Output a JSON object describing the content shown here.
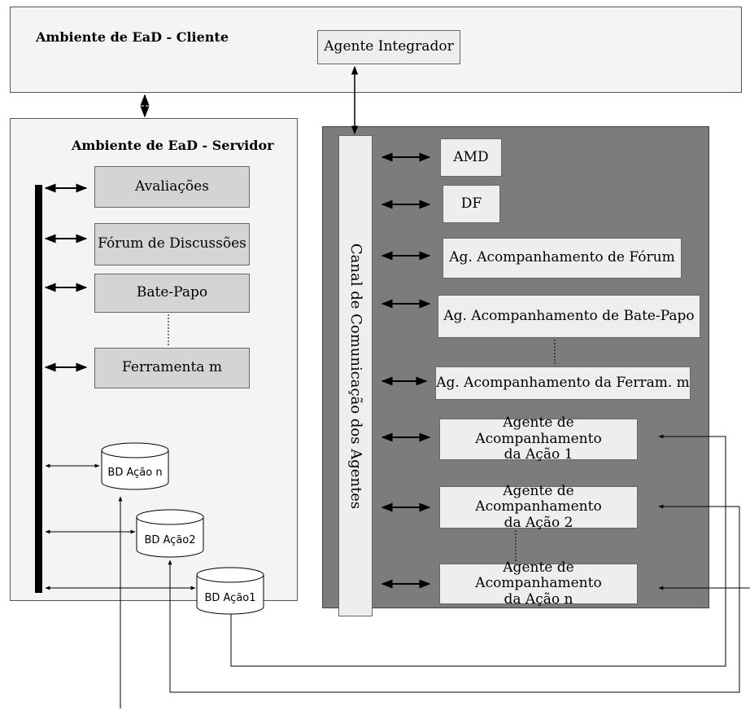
{
  "client": {
    "title": "Ambiente de EaD - Cliente",
    "integrator": "Agente Integrador"
  },
  "server": {
    "title": "Ambiente de EaD - Servidor",
    "tools": [
      "Avaliações",
      "Fórum de Discussões",
      "Bate-Papo",
      "Ferramenta m"
    ],
    "databases": [
      "BD Ação n",
      "BD Ação2",
      "BD Ação1"
    ]
  },
  "agents": {
    "channel_label": "Canal de Comunicação dos Agentes",
    "amd": "AMD",
    "df": "DF",
    "forum_agent": "Ag. Acompanhamento de Fórum",
    "chat_agent": "Ag. Acompanhamento de Bate-Papo",
    "tool_agent": "Ag. Acompanhamento da Ferram. m",
    "action_agents": [
      {
        "line1": "Agente de Acompanhamento",
        "line2": "da Ação 1"
      },
      {
        "line1": "Agente de Acompanhamento",
        "line2": "da Ação 2"
      },
      {
        "line1": "Agente de Acompanhamento",
        "line2": "da Ação n"
      }
    ]
  }
}
